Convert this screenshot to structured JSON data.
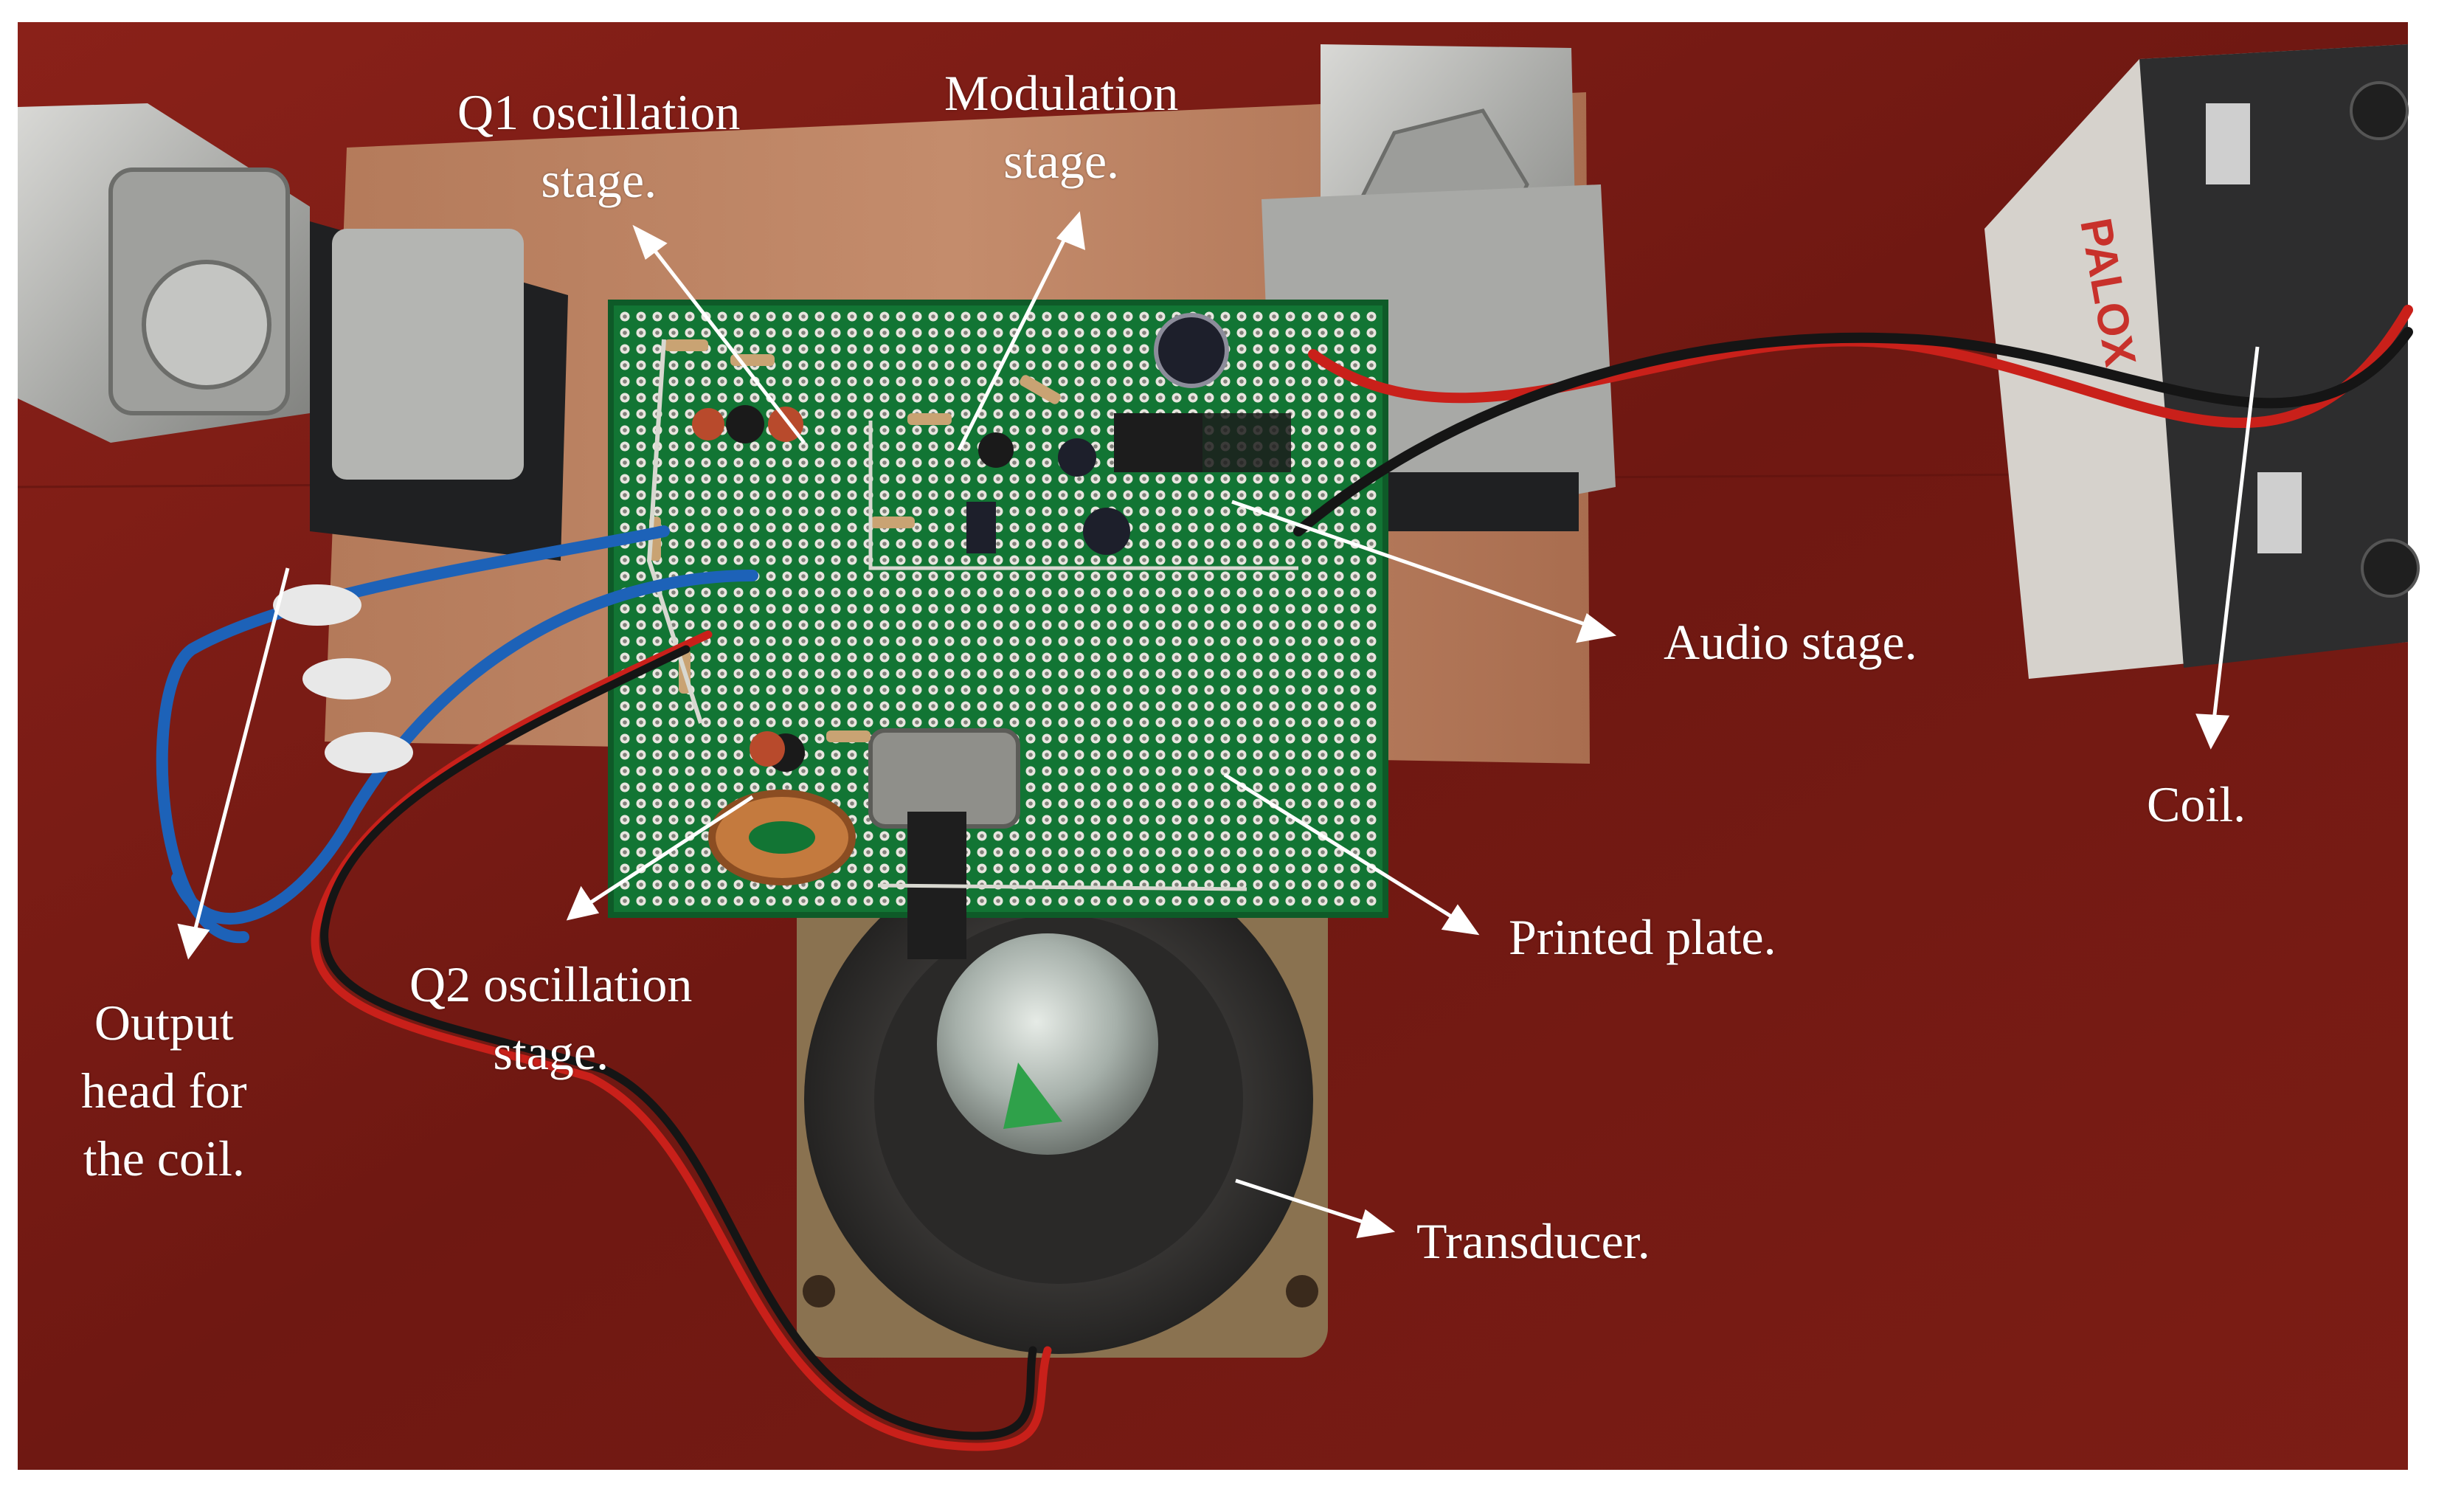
{
  "figure": {
    "photo_subject": "circuit board on wooden base with coil connector, battery and speaker",
    "colors": {
      "background_table": "#7a1c16",
      "pcb": "#137a3a",
      "annotation_text": "#ffffff",
      "annotation_arrows": "#ffffff"
    },
    "labels": {
      "q1": {
        "line1": "Q1 oscillation",
        "line2": "stage."
      },
      "modulation": {
        "line1": "Modulation",
        "line2": "stage."
      },
      "audio": {
        "line1": "Audio stage."
      },
      "coil": {
        "line1": "Coil."
      },
      "printed_plate": {
        "line1": "Printed plate."
      },
      "q2": {
        "line1": "Q2 oscillation",
        "line2": "stage."
      },
      "output_head": {
        "line1": "Output",
        "line2": "head for",
        "line3": "the coil."
      },
      "transducer": {
        "line1": "Transducer."
      }
    }
  }
}
